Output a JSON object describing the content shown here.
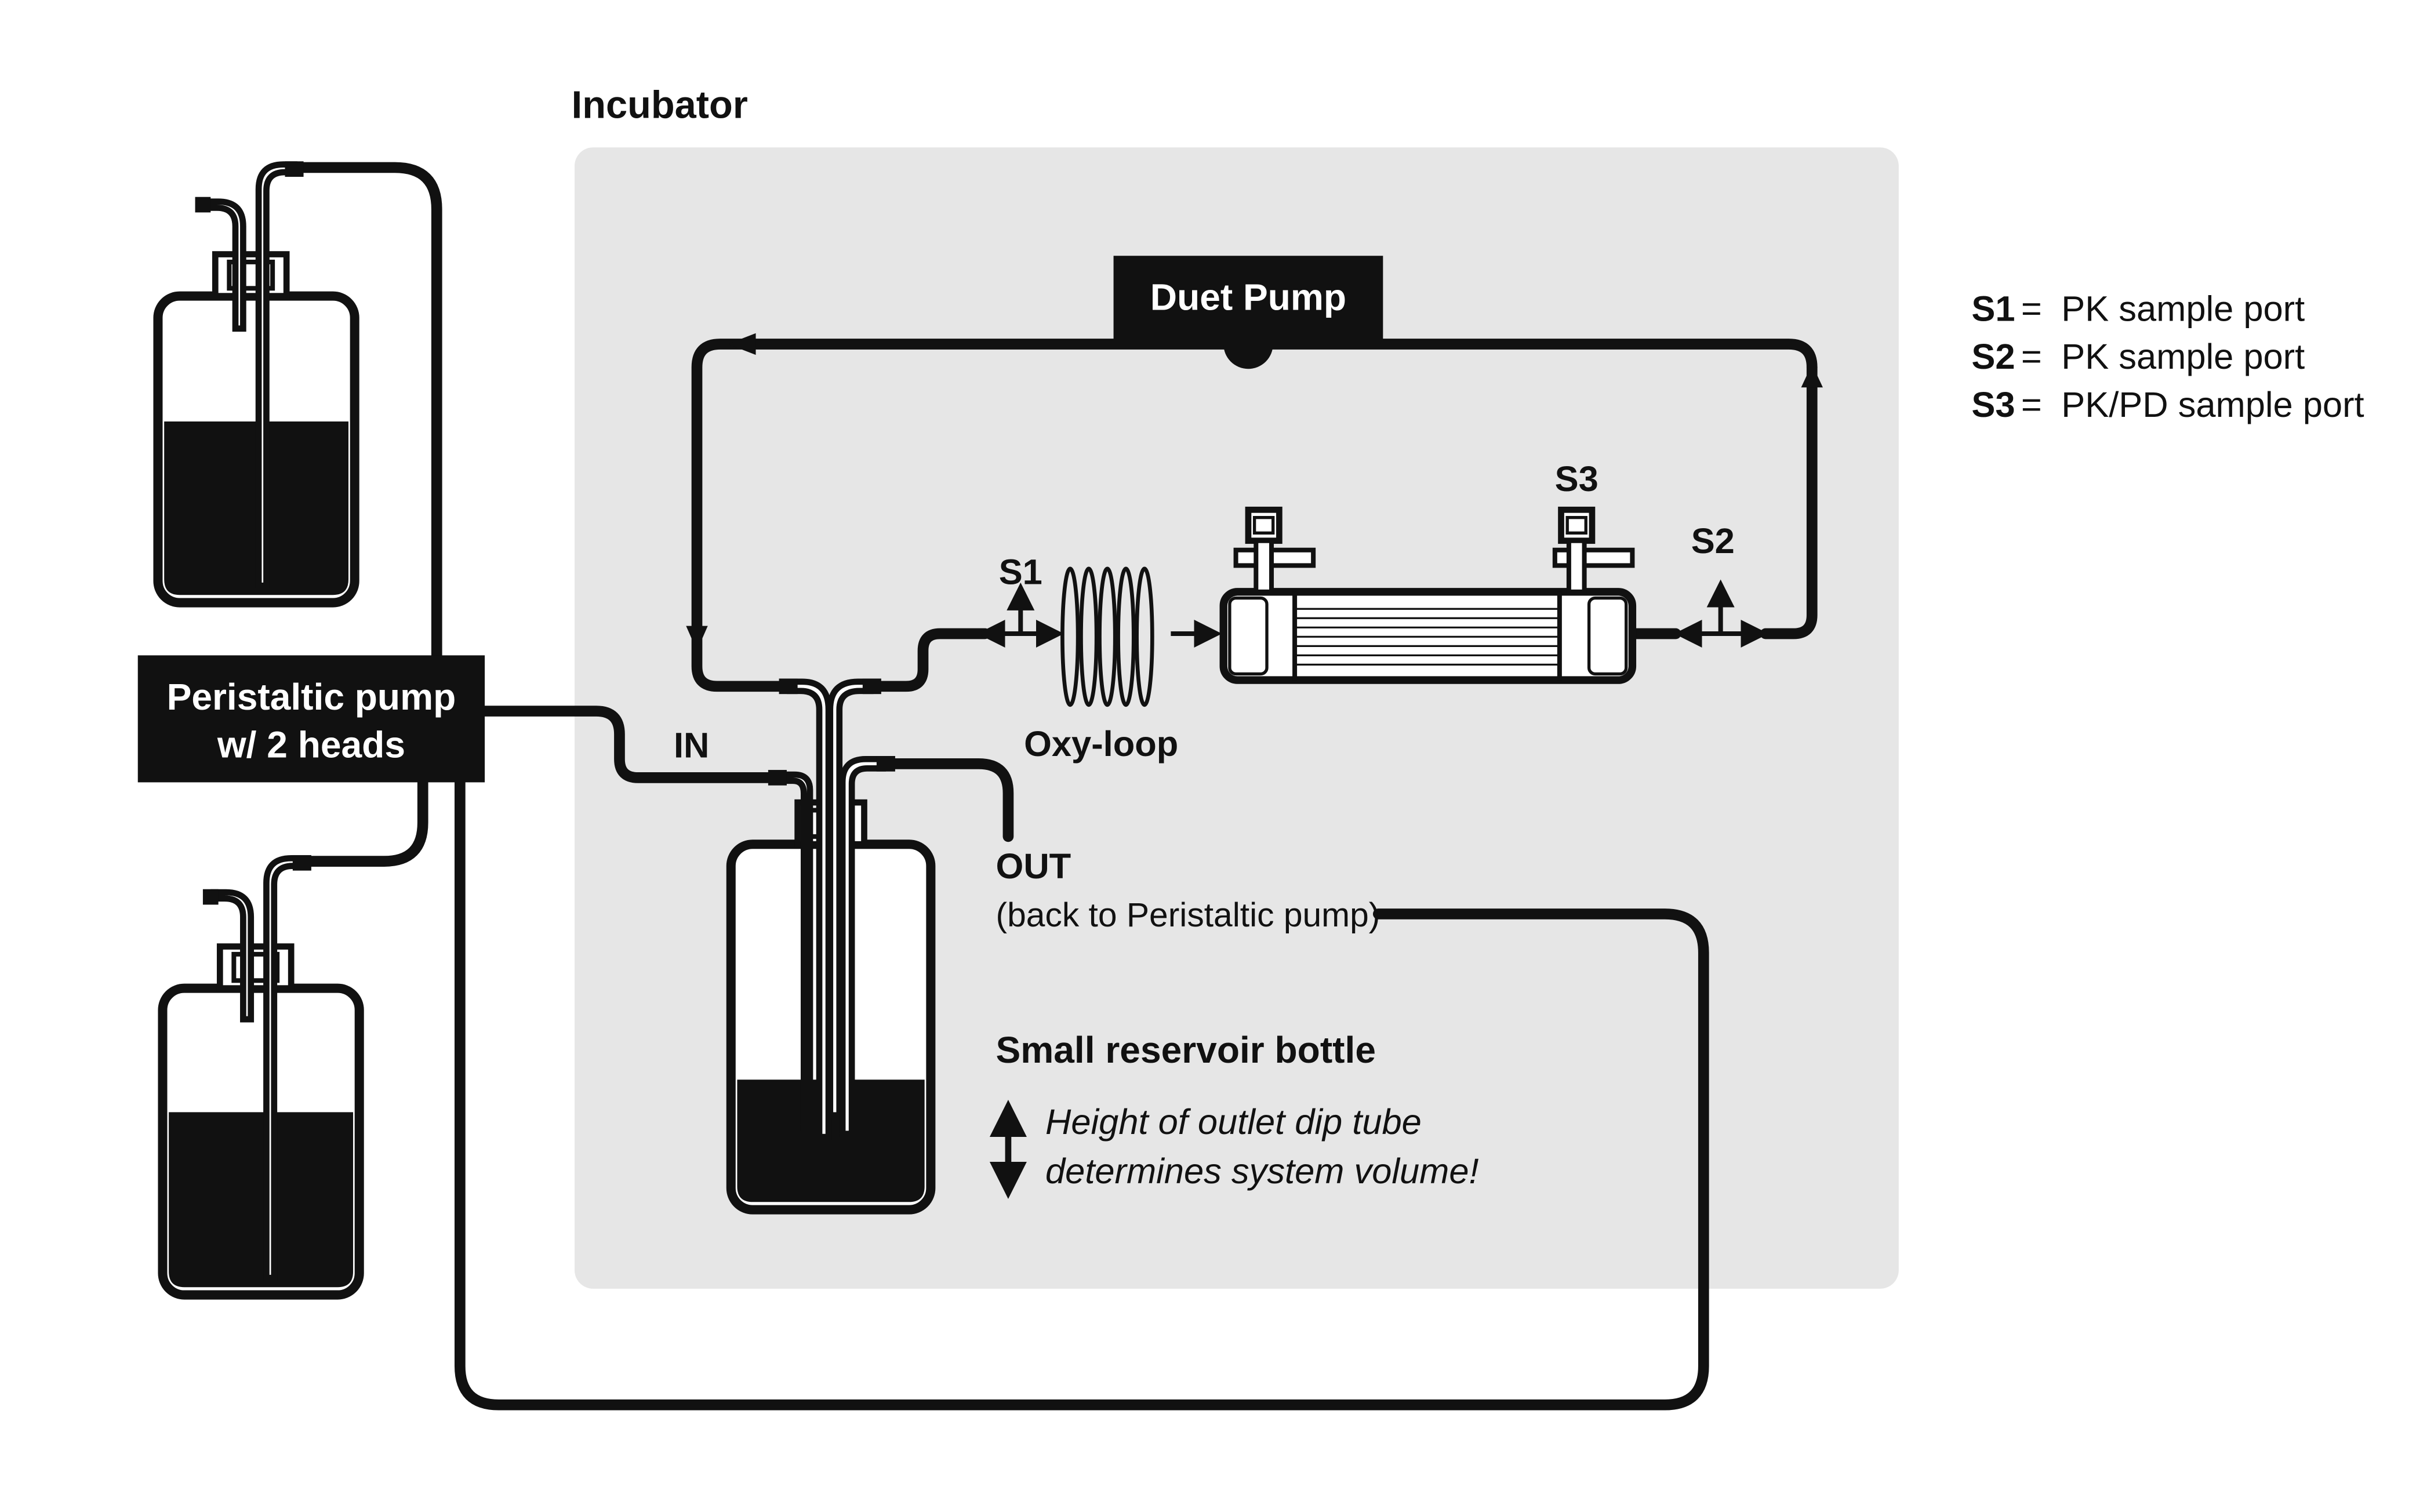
{
  "labels": {
    "incubator": "Incubator",
    "duet_pump": "Duet Pump",
    "peristaltic_line1": "Peristaltic pump",
    "peristaltic_line2": "w/ 2 heads",
    "in": "IN",
    "out": "OUT",
    "out_note": "(back to Peristaltic pump)",
    "oxy_loop": "Oxy-loop",
    "s1": "S1",
    "s2": "S2",
    "s3": "S3",
    "reservoir_title": "Small reservoir bottle",
    "height_note_line1": "Height of outlet dip tube",
    "height_note_line2": "determines system volume!"
  },
  "legend": [
    {
      "key": "S1",
      "sep": "=",
      "desc": "PK sample port"
    },
    {
      "key": "S2",
      "sep": "=",
      "desc": "PK sample port"
    },
    {
      "key": "S3",
      "sep": "=",
      "desc": "PK/PD sample port"
    }
  ],
  "colors": {
    "ink": "#111111",
    "incubator_bg": "#e6e6e6",
    "liquid": "#111111",
    "label_box": "#111111",
    "label_box_text": "#ffffff"
  }
}
